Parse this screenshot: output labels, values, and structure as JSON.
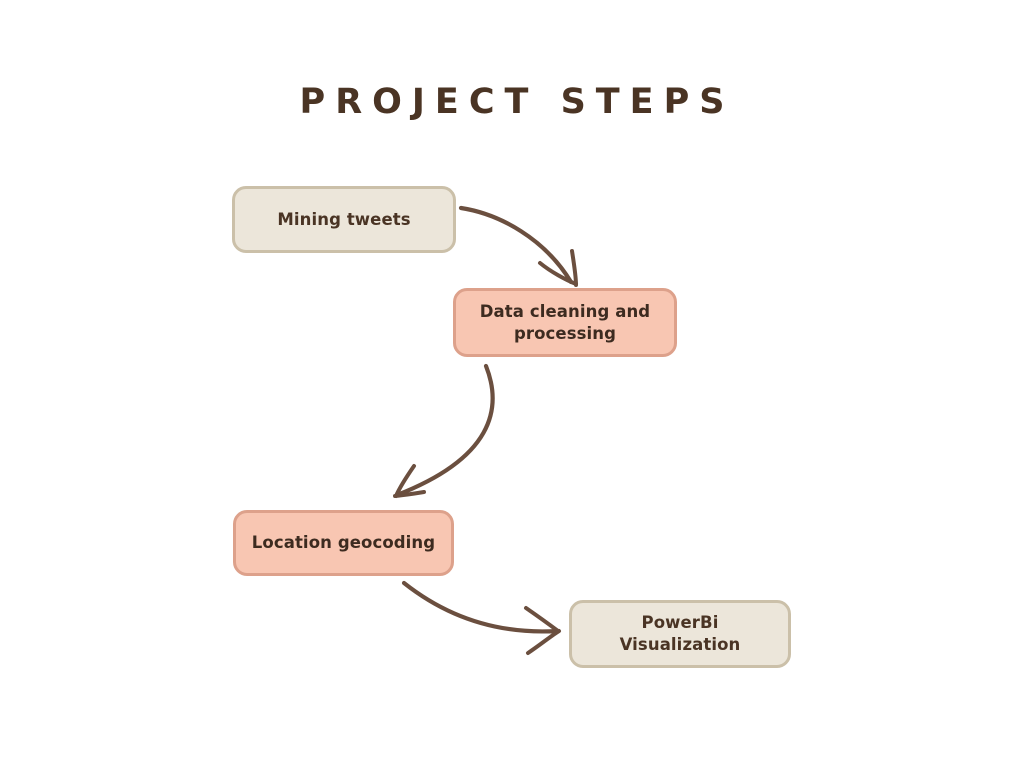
{
  "page": {
    "title": "PROJECT STEPS",
    "background_color": "#ffffff"
  },
  "palette": {
    "title_text": "#4a3424",
    "beige_fill": "#ece6da",
    "beige_border": "#cbc0a9",
    "beige_text": "#4a3424",
    "salmon_fill": "#f8c6b2",
    "salmon_border": "#dda18b",
    "salmon_text": "#3d2b20",
    "arrow_stroke": "#6b4f3f"
  },
  "diagram": {
    "type": "flowchart",
    "steps": [
      {
        "id": "mining",
        "label": "Mining tweets",
        "style": "beige"
      },
      {
        "id": "cleaning",
        "label": "Data cleaning and processing",
        "style": "salmon"
      },
      {
        "id": "geocoding",
        "label": "Location geocoding",
        "style": "salmon"
      },
      {
        "id": "powerbi",
        "label": "PowerBi Visualization",
        "style": "beige"
      }
    ],
    "connections": [
      {
        "id": "arrow-1",
        "from": "mining",
        "to": "cleaning",
        "shape": "curved-down-right"
      },
      {
        "id": "arrow-2",
        "from": "cleaning",
        "to": "geocoding",
        "shape": "curved-down-left"
      },
      {
        "id": "arrow-3",
        "from": "geocoding",
        "to": "powerbi",
        "shape": "curved-down-right"
      }
    ]
  }
}
